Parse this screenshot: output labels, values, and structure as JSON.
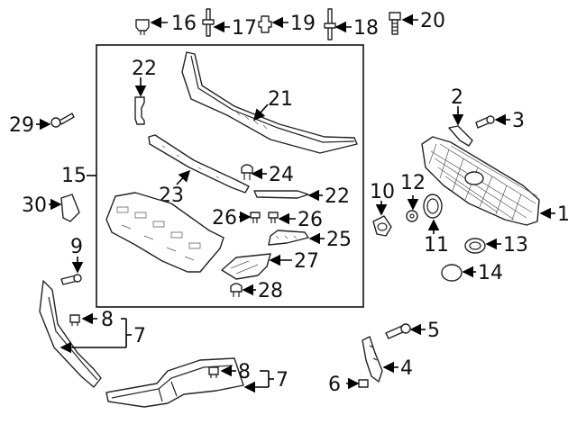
{
  "labels": {
    "p1": "1",
    "p2": "2",
    "p3": "3",
    "p4": "4",
    "p5": "5",
    "p6": "6",
    "p7a": "7",
    "p7b": "7",
    "p8a": "8",
    "p8b": "8",
    "p9": "9",
    "p10": "10",
    "p11": "11",
    "p12": "12",
    "p13": "13",
    "p14": "14",
    "p15": "15",
    "p16": "16",
    "p17": "17",
    "p18": "18",
    "p19": "19",
    "p20": "20",
    "p21": "21",
    "p22a": "22",
    "p22b": "22",
    "p23": "23",
    "p24": "24",
    "p25": "25",
    "p26a": "26",
    "p26b": "26",
    "p27": "27",
    "p28": "28",
    "p29": "29",
    "p30": "30"
  }
}
